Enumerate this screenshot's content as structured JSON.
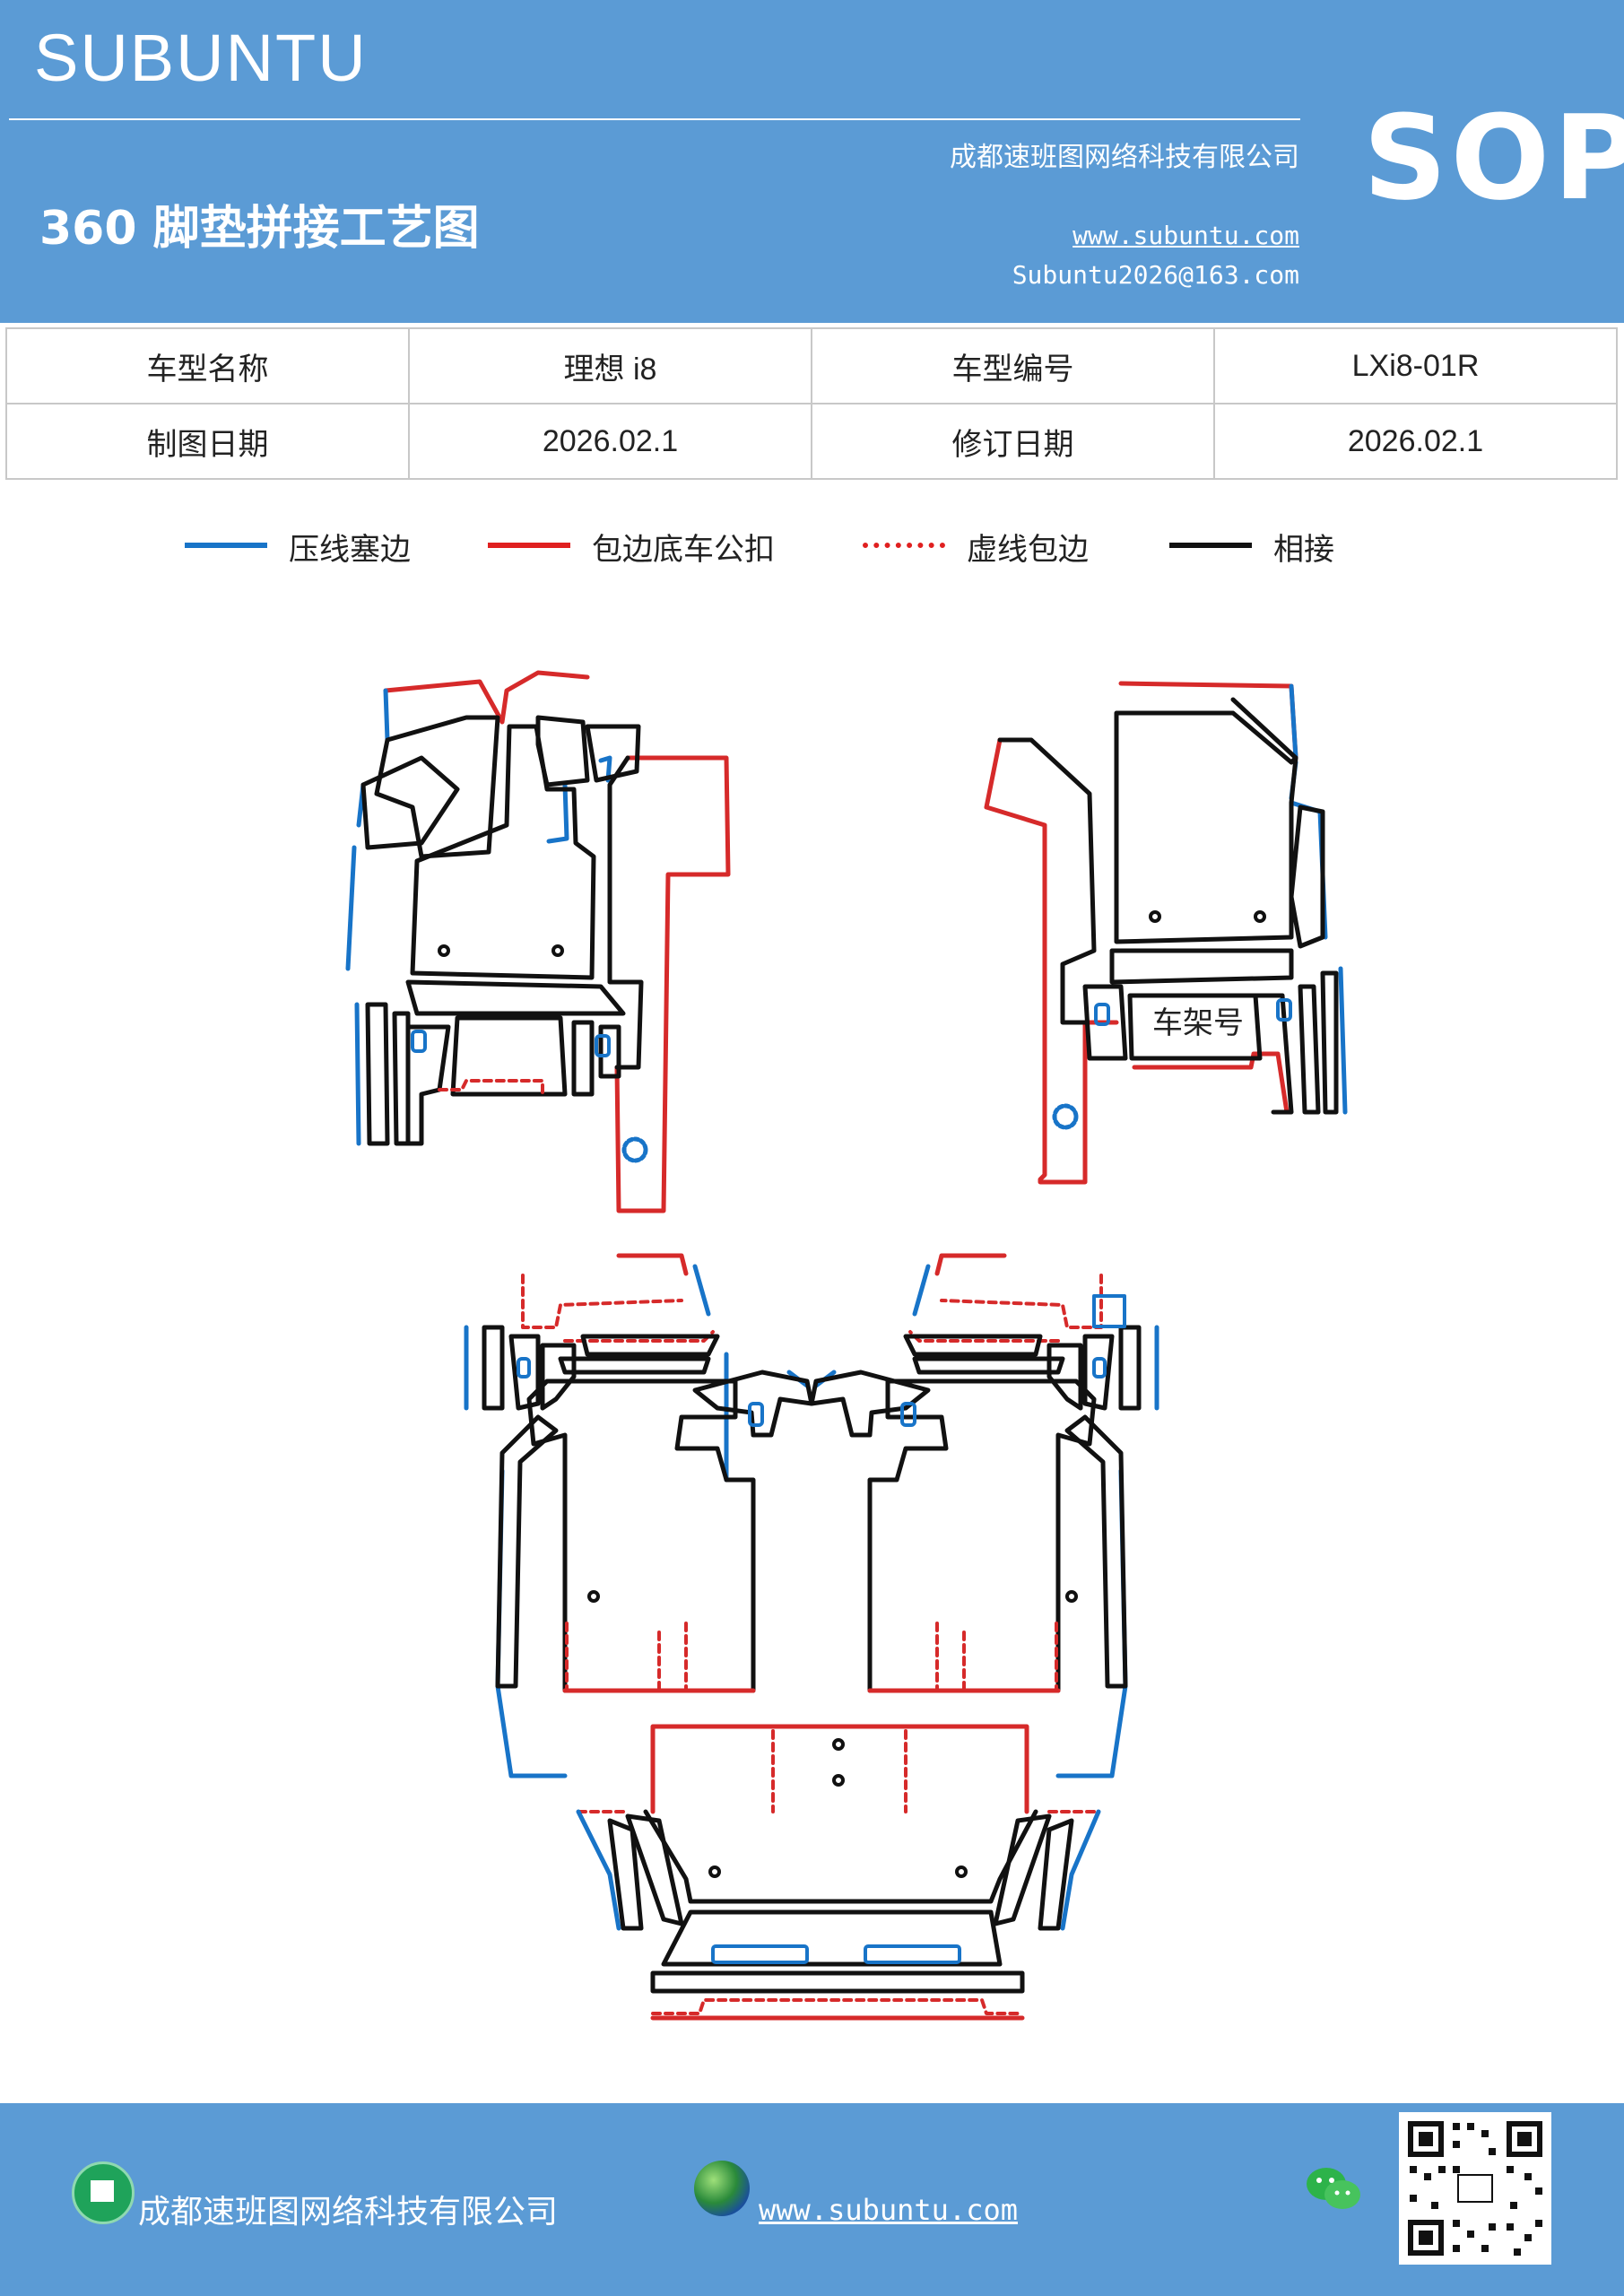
{
  "header": {
    "brand": "SUBUNTU",
    "title": "360 脚垫拼接工艺图",
    "company": "成都速班图网络科技有限公司",
    "website": "www.subuntu.com",
    "email": "Subuntu2026@163.com",
    "badge": "SOP",
    "background": "#5b9bd5"
  },
  "info_table": {
    "rows": [
      [
        "车型名称",
        "理想 i8",
        "车型编号",
        "LXi8-01R"
      ],
      [
        "制图日期",
        "2026.02.1",
        "修订日期",
        "2026.02.1"
      ]
    ]
  },
  "legend": [
    {
      "label": "压线塞边",
      "color": "#1874c8",
      "style": "solid"
    },
    {
      "label": "包边底车公扣",
      "color": "#e02020",
      "style": "solid"
    },
    {
      "label": "虚线包边",
      "color": "#e02020",
      "style": "dotted"
    },
    {
      "label": "相接",
      "color": "#111111",
      "style": "solid"
    }
  ],
  "drawing": {
    "vin_label": "车架号"
  },
  "footer": {
    "company": "成都速班图网络科技有限公司",
    "website": "www.subuntu.com",
    "building_icon": "building-icon",
    "globe_icon": "globe-icon",
    "wechat_icon": "wechat-icon",
    "qr_icon": "qr-code"
  }
}
